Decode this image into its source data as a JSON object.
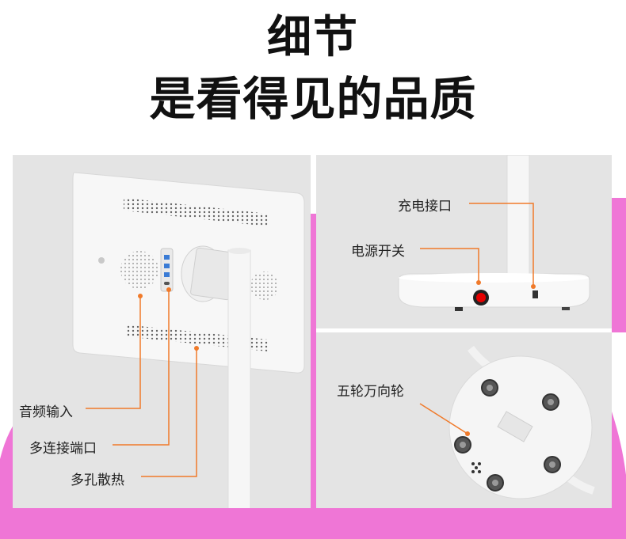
{
  "heading": {
    "line1": "细节",
    "line2": "是看得见的品质"
  },
  "callouts": {
    "audio_input": "音频输入",
    "multi_port": "多连接端口",
    "vent_holes": "多孔散热",
    "charge_port": "充电接口",
    "power_switch": "电源开关",
    "casters": "五轮万向轮"
  },
  "colors": {
    "accent_pink": "#ef76d6",
    "callout_line": "#f07a2a",
    "switch_red": "#e60000",
    "panel_bg": "#e4e4e4"
  }
}
